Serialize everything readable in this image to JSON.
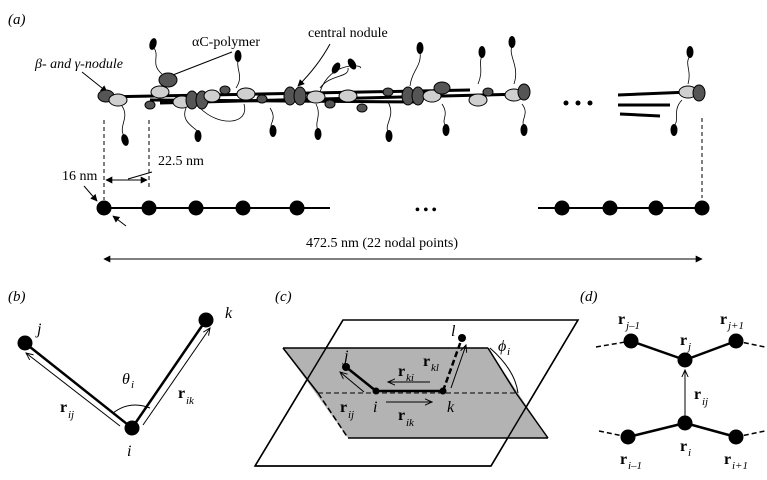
{
  "panels": {
    "a": {
      "label": "(a)",
      "nodule_label": "β- and γ-nodule",
      "polymer_label": "αC-polymer",
      "central_label": "central nodule",
      "spacing_label": "22.5 nm",
      "diameter_label": "16 nm",
      "ellipsis": "• • •",
      "length_label": "472.5 nm (22 nodal points)"
    },
    "b": {
      "label": "(b)",
      "j": "j",
      "k": "k",
      "i": "i",
      "theta": "θ",
      "theta_sub": "i",
      "r": "r",
      "rij_sub": "ij",
      "rik_sub": "ik"
    },
    "c": {
      "label": "(c)",
      "j": "j",
      "i": "i",
      "k": "k",
      "l": "l",
      "phi": "ϕ",
      "phi_sub": "i",
      "r": "r",
      "rki_sub": "ki",
      "rkl_sub": "kl",
      "rij_sub": "ij",
      "rik_sub": "ik"
    },
    "d": {
      "label": "(d)",
      "r": "r",
      "rjm1_sub": "j–1",
      "rjp1_sub": "j+1",
      "rj_sub": "j",
      "rij_sub": "ij",
      "rim1_sub": "i–1",
      "ri_sub": "i",
      "rip1_sub": "i+1"
    }
  },
  "colors": {
    "shade": "#b3b3b3",
    "ink": "#000000",
    "light": "#cfcfcf"
  }
}
